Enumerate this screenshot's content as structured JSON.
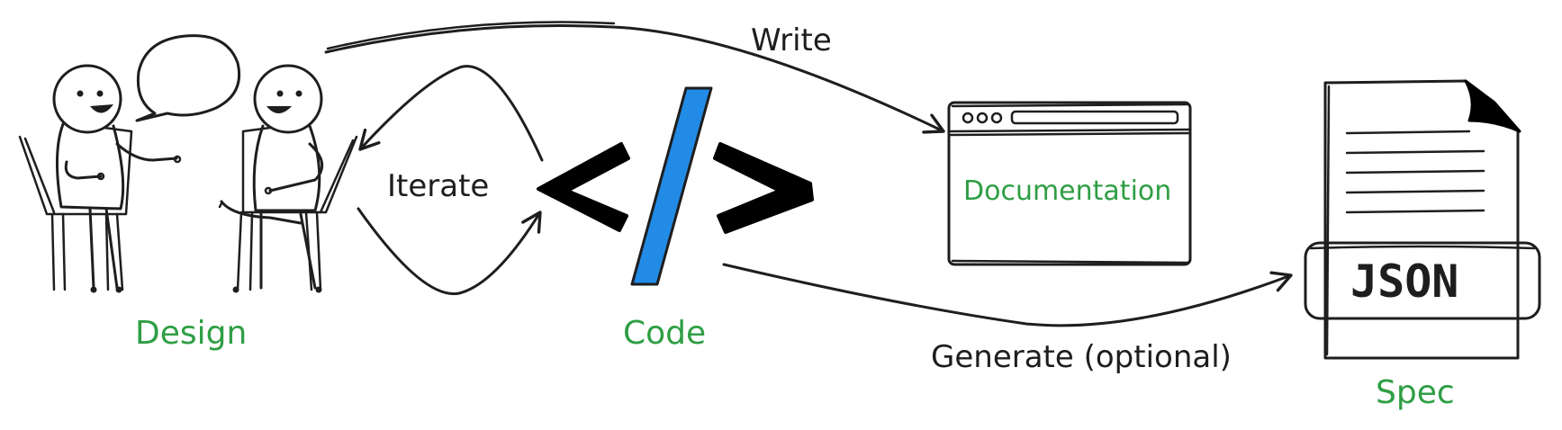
{
  "colors": {
    "ink": "#1e1e1e",
    "label_green": "#2f9e44",
    "slash_blue": "#228be6",
    "page_fold": "#000000"
  },
  "labels": {
    "write": "Write",
    "iterate": "Iterate",
    "generate": "Generate (optional)",
    "design": "Design",
    "code": "Code",
    "documentation": "Documentation",
    "spec": "Spec",
    "json": "JSON"
  },
  "code_symbol": {
    "left": "<",
    "right": ">"
  },
  "icons": {
    "people": "two-people-talking-icon",
    "speech": "speech-bubble-icon",
    "code": "code-brackets-icon",
    "browser": "browser-window-icon",
    "document": "json-document-icon"
  }
}
